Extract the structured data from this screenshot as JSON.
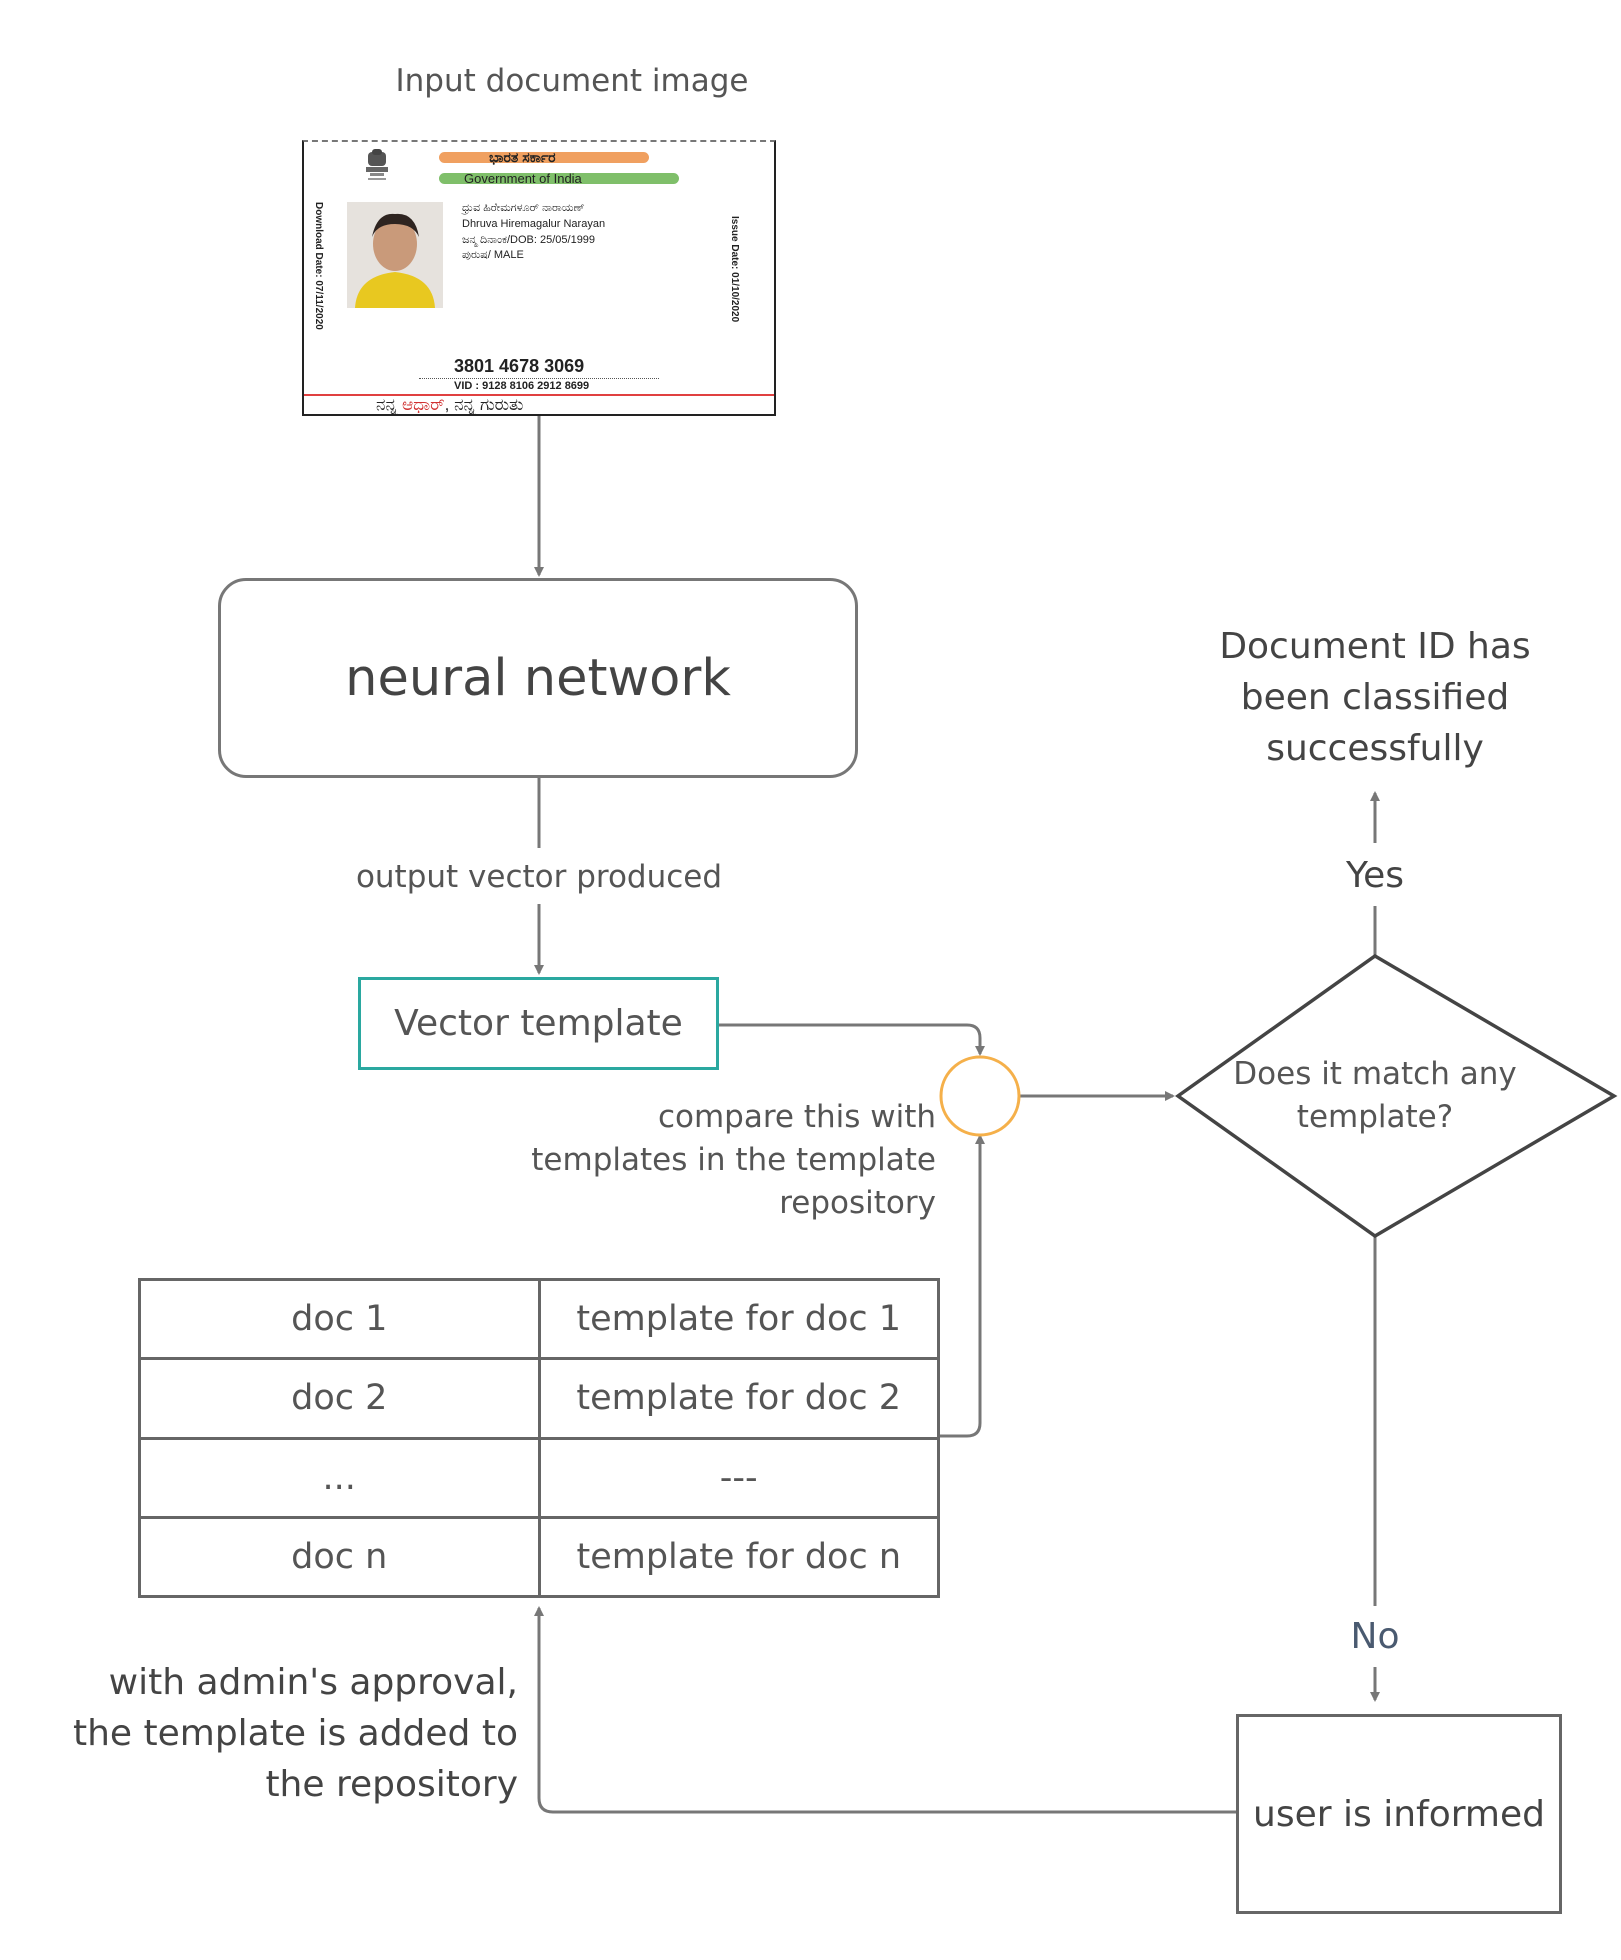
{
  "input_label": "Input document image",
  "id_card": {
    "header_regional": "ಭಾರತ ಸರ್ಕಾರ",
    "header_english": "Government of India",
    "name_regional": "ಧ್ರುವ ಹಿರೇಮಗಳೂರ್ ನಾರಾಯಣ್",
    "name": "Dhruva Hiremagalur Narayan",
    "dob": "ಜನ್ಮ ದಿನಾಂಕ/DOB: 25/05/1999",
    "gender": "ಪುರುಷ/ MALE",
    "download_date": "Download Date: 07/11/2020",
    "issue_date": "Issue Date: 01/10/2020",
    "number": "3801 4678 3069",
    "vid": "VID : 9128 8106 2912 8699",
    "footer_part1": "ನನ್ನ ",
    "footer_part2": "ಆಧಾರ್",
    "footer_part3": ", ನನ್ನ ಗುರುತು",
    "colors": {
      "saffron": "#f0a060",
      "green": "#7fbf6a",
      "footer_red": "#d03030",
      "rule_red": "#e04040"
    },
    "icons": {
      "emblem": "national-emblem-icon",
      "photo": "portrait-photo"
    }
  },
  "neural_network_label": "neural network",
  "output_vector_label": "output vector produced",
  "vector_template_label": "Vector template",
  "compare_label": [
    "compare this with",
    "templates in the template",
    "repository"
  ],
  "decision_label": [
    "Does it match any",
    "template?"
  ],
  "yes_label": "Yes",
  "no_label": "No",
  "success_label": [
    "Document ID has",
    "been classified",
    "successfully"
  ],
  "user_informed_label": "user is informed",
  "approval_label": [
    "with admin's approval,",
    "the template is added to",
    "the repository"
  ],
  "repository": {
    "rows": [
      [
        "doc 1",
        "template for doc 1"
      ],
      [
        "doc 2",
        "template for doc 2"
      ],
      [
        "...",
        "---"
      ],
      [
        "doc n",
        "template for doc n"
      ]
    ]
  },
  "colors": {
    "line": "#777777",
    "box_border": "#777777",
    "vector_border": "#2aa8a0",
    "junction": "#f5b04a",
    "diamond": "#444444",
    "no_text": "#4a5a70"
  }
}
